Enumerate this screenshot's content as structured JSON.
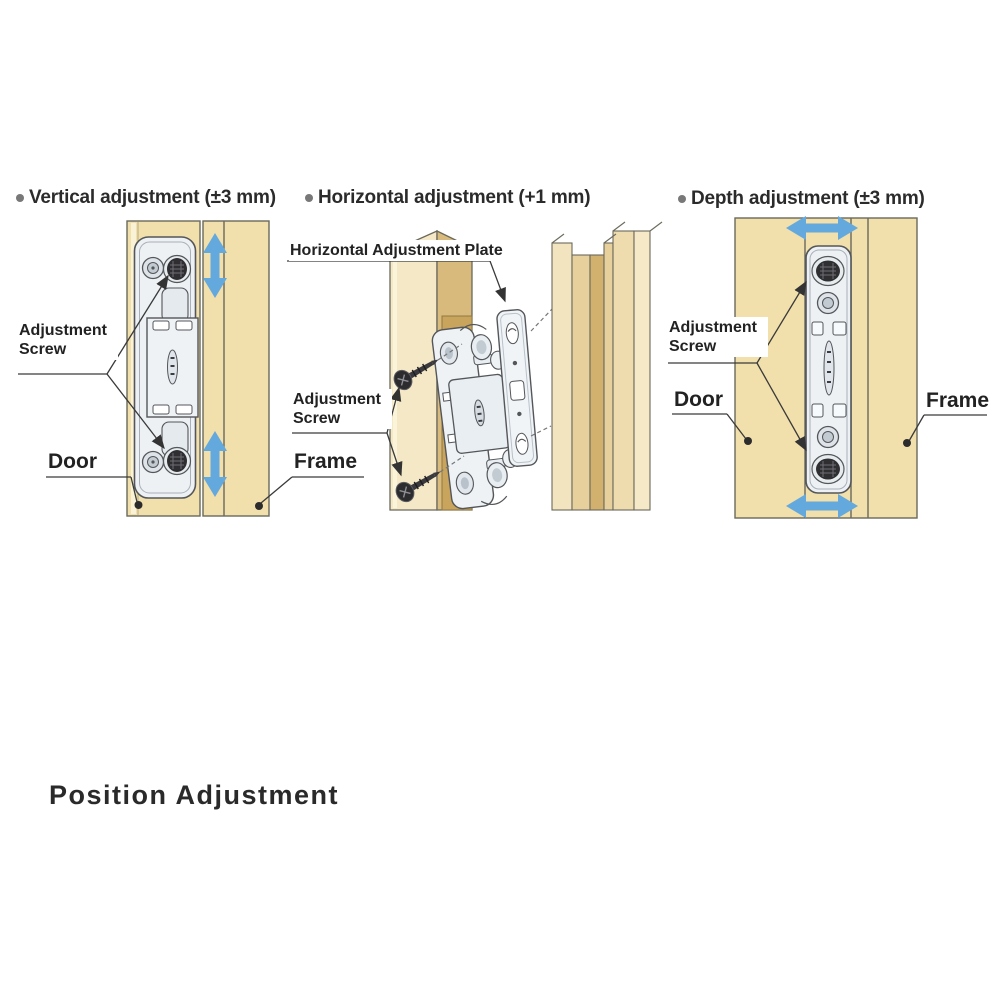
{
  "section_title": "Position Adjustment",
  "panels": [
    {
      "id": "vertical-adjustment",
      "heading": "Vertical adjustment (±3 mm)",
      "labels": {
        "adjustment_screw": "Adjustment Screw",
        "door": "Door",
        "frame": "Frame"
      },
      "arrow_icon": "double-arrow-vertical-icon"
    },
    {
      "id": "horizontal-adjustment",
      "heading": "Horizontal adjustment (+1 mm)",
      "labels": {
        "plate": "Horizontal Adjustment Plate",
        "adjustment_screw": "Adjustment Screw"
      }
    },
    {
      "id": "depth-adjustment",
      "heading": "Depth adjustment (±3 mm)",
      "labels": {
        "adjustment_screw": "Adjustment Screw",
        "door": "Door",
        "frame": "Frame"
      },
      "arrow_icon": "double-arrow-horizontal-icon"
    }
  ],
  "colors": {
    "arrow_blue": "#64a9de",
    "wood": "#f1dfac",
    "wood_light": "#f5e8c6",
    "wood_gold": "#d8ba7c",
    "mortise_gold": "#c8a45c",
    "metal": "#edf1f4",
    "outline": "#54565a",
    "text": "#2b2b2b"
  }
}
